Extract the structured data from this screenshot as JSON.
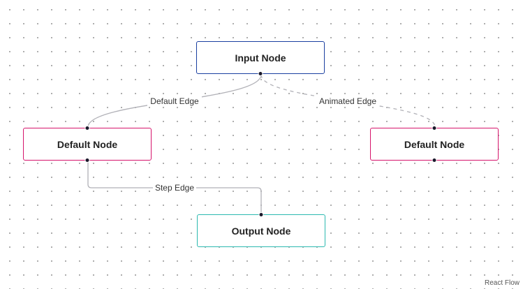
{
  "flow": {
    "nodes": {
      "input": {
        "label": "Input Node",
        "border_color": "#1a3fa0"
      },
      "default_left": {
        "label": "Default Node",
        "border_color": "#d6146b"
      },
      "default_right": {
        "label": "Default Node",
        "border_color": "#d6146b"
      },
      "output": {
        "label": "Output Node",
        "border_color": "#2cb9b0"
      }
    },
    "edges": {
      "default": {
        "label": "Default Edge",
        "type": "bezier",
        "animated": false
      },
      "animated": {
        "label": "Animated Edge",
        "type": "bezier",
        "animated": true
      },
      "step": {
        "label": "Step Edge",
        "type": "step",
        "animated": false
      }
    },
    "edge_color": "#b1b1b7",
    "attribution": "React Flow"
  }
}
